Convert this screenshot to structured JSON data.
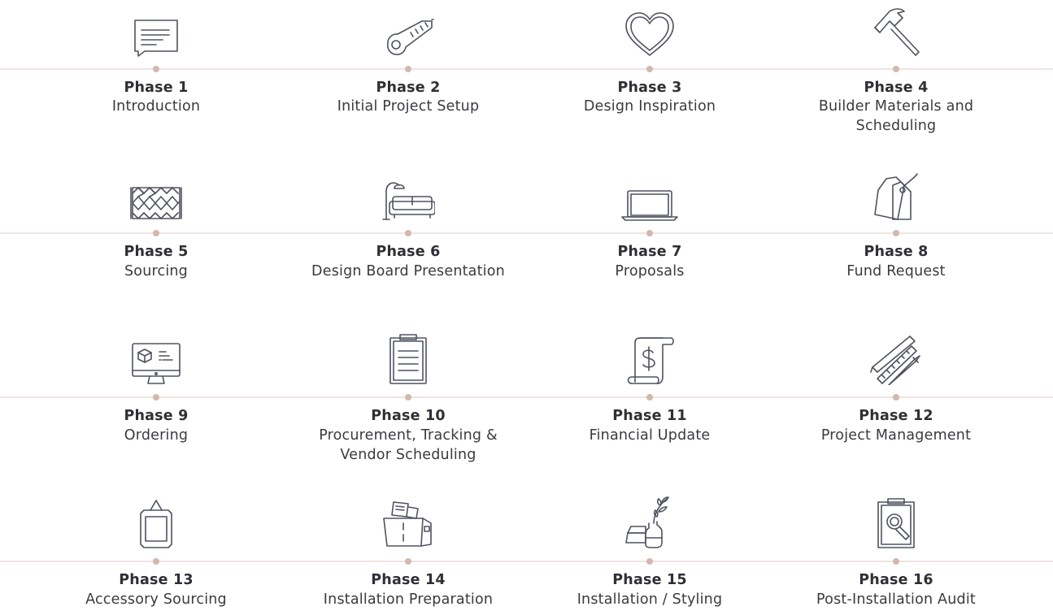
{
  "colors": {
    "line": "#efe4e0",
    "dot": "#d2b8ad",
    "icon_stroke": "#4f5360",
    "text": "#2f2f35"
  },
  "phases": [
    {
      "title": "Phase 1",
      "label": "Introduction",
      "icon": "chat-bubble-icon"
    },
    {
      "title": "Phase 2",
      "label": "Initial Project Setup",
      "icon": "tape-measure-icon"
    },
    {
      "title": "Phase 3",
      "label": "Design Inspiration",
      "icon": "heart-icon"
    },
    {
      "title": "Phase 4",
      "label": "Builder Materials and Scheduling",
      "icon": "hammer-icon"
    },
    {
      "title": "Phase 5",
      "label": "Sourcing",
      "icon": "rug-icon"
    },
    {
      "title": "Phase 6",
      "label": "Design Board Presentation",
      "icon": "sofa-lamp-icon"
    },
    {
      "title": "Phase 7",
      "label": "Proposals",
      "icon": "laptop-icon"
    },
    {
      "title": "Phase 8",
      "label": "Fund Request",
      "icon": "price-tag-icon"
    },
    {
      "title": "Phase 9",
      "label": "Ordering",
      "icon": "monitor-box-icon"
    },
    {
      "title": "Phase 10",
      "label": "Procurement, Tracking & Vendor Scheduling",
      "icon": "clipboard-icon"
    },
    {
      "title": "Phase 11",
      "label": "Financial Update",
      "icon": "dollar-scroll-icon"
    },
    {
      "title": "Phase 12",
      "label": "Project Management",
      "icon": "pencil-ruler-icon"
    },
    {
      "title": "Phase 13",
      "label": "Accessory Sourcing",
      "icon": "picture-frame-icon"
    },
    {
      "title": "Phase 14",
      "label": "Installation Preparation",
      "icon": "shopping-bag-icon"
    },
    {
      "title": "Phase 15",
      "label": "Installation / Styling",
      "icon": "vase-books-icon"
    },
    {
      "title": "Phase 16",
      "label": "Post-Installation Audit",
      "icon": "clipboard-magnifier-icon"
    }
  ]
}
